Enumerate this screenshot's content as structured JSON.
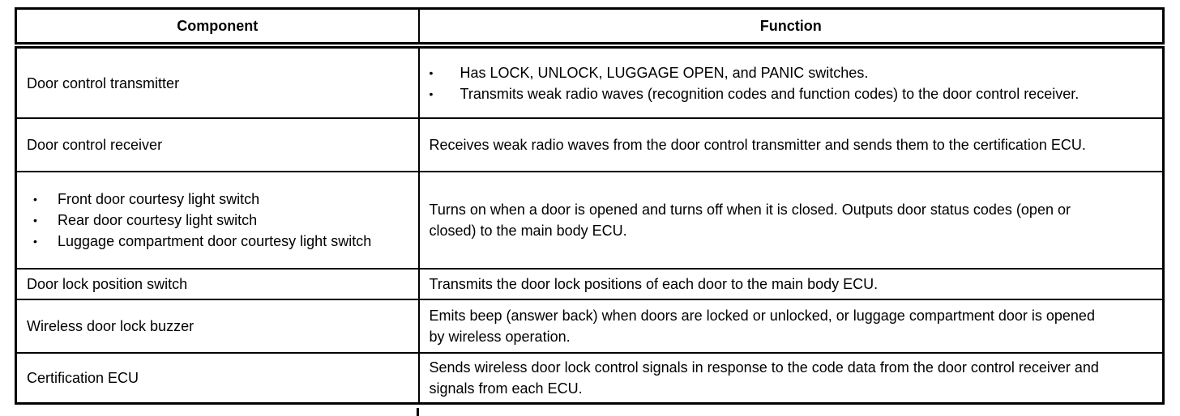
{
  "table": {
    "headers": [
      {
        "label": "Component"
      },
      {
        "label": "Function"
      }
    ],
    "rows": [
      {
        "component": {
          "text": "Door control transmitter"
        },
        "function": {
          "bullets": [
            "Has LOCK, UNLOCK, LUGGAGE OPEN, and PANIC switches.",
            "Transmits weak radio waves (recognition codes and function codes) to the door control receiver."
          ]
        }
      },
      {
        "component": {
          "text": "Door control receiver"
        },
        "function": {
          "text": "Receives weak radio waves from the door control transmitter and sends them to the certification ECU."
        }
      },
      {
        "component": {
          "bullets": [
            "Front door courtesy light switch",
            "Rear door courtesy light switch",
            "Luggage compartment door courtesy light switch"
          ]
        },
        "function": {
          "text": "Turns on when a door is opened and turns off when it is closed. Outputs door status codes (open or closed) to the main body ECU."
        }
      },
      {
        "component": {
          "text": "Door lock position switch"
        },
        "function": {
          "text": "Transmits the door lock positions of each door to the main body ECU."
        }
      },
      {
        "component": {
          "text": "Wireless door lock buzzer"
        },
        "function": {
          "text": "Emits beep (answer back) when doors are locked or unlocked, or luggage compartment door is opened by wireless operation."
        }
      },
      {
        "component": {
          "text": "Certification ECU"
        },
        "function": {
          "text": "Sends wireless door lock control signals in response to the code data from the door control receiver and signals from each ECU."
        }
      }
    ]
  },
  "icons": {
    "bullet": "•"
  },
  "colors": {
    "ink": "#000000",
    "paper": "#ffffff"
  }
}
